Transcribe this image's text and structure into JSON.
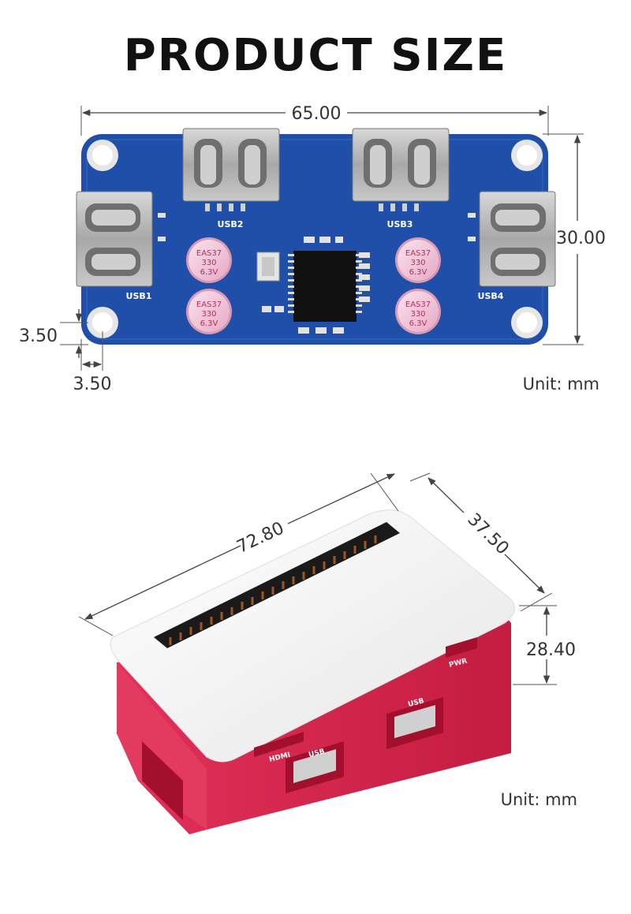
{
  "title": "PRODUCT SIZE",
  "board_view": {
    "dim_width": "65.00",
    "dim_height": "30.00",
    "dim_hole_vertical": "3.50",
    "dim_hole_horizontal": "3.50",
    "unit": "Unit: mm",
    "port_labels": [
      "USB1",
      "USB2",
      "USB3",
      "USB4"
    ],
    "capacitor_text": [
      "EAS37",
      "330",
      "6.3V"
    ],
    "colors": {
      "pcb": "#1f4fa8",
      "pad": "#e8e8e8",
      "capacitor": "#f2c6d8"
    }
  },
  "case_view": {
    "dim_length": "72.80",
    "dim_width": "37.50",
    "dim_height": "28.40",
    "unit": "Unit: mm",
    "port_labels": [
      "HDMI",
      "USB",
      "USB",
      "PWR"
    ],
    "colors": {
      "lid": "#f4f4f4",
      "body": "#d7244a"
    }
  }
}
